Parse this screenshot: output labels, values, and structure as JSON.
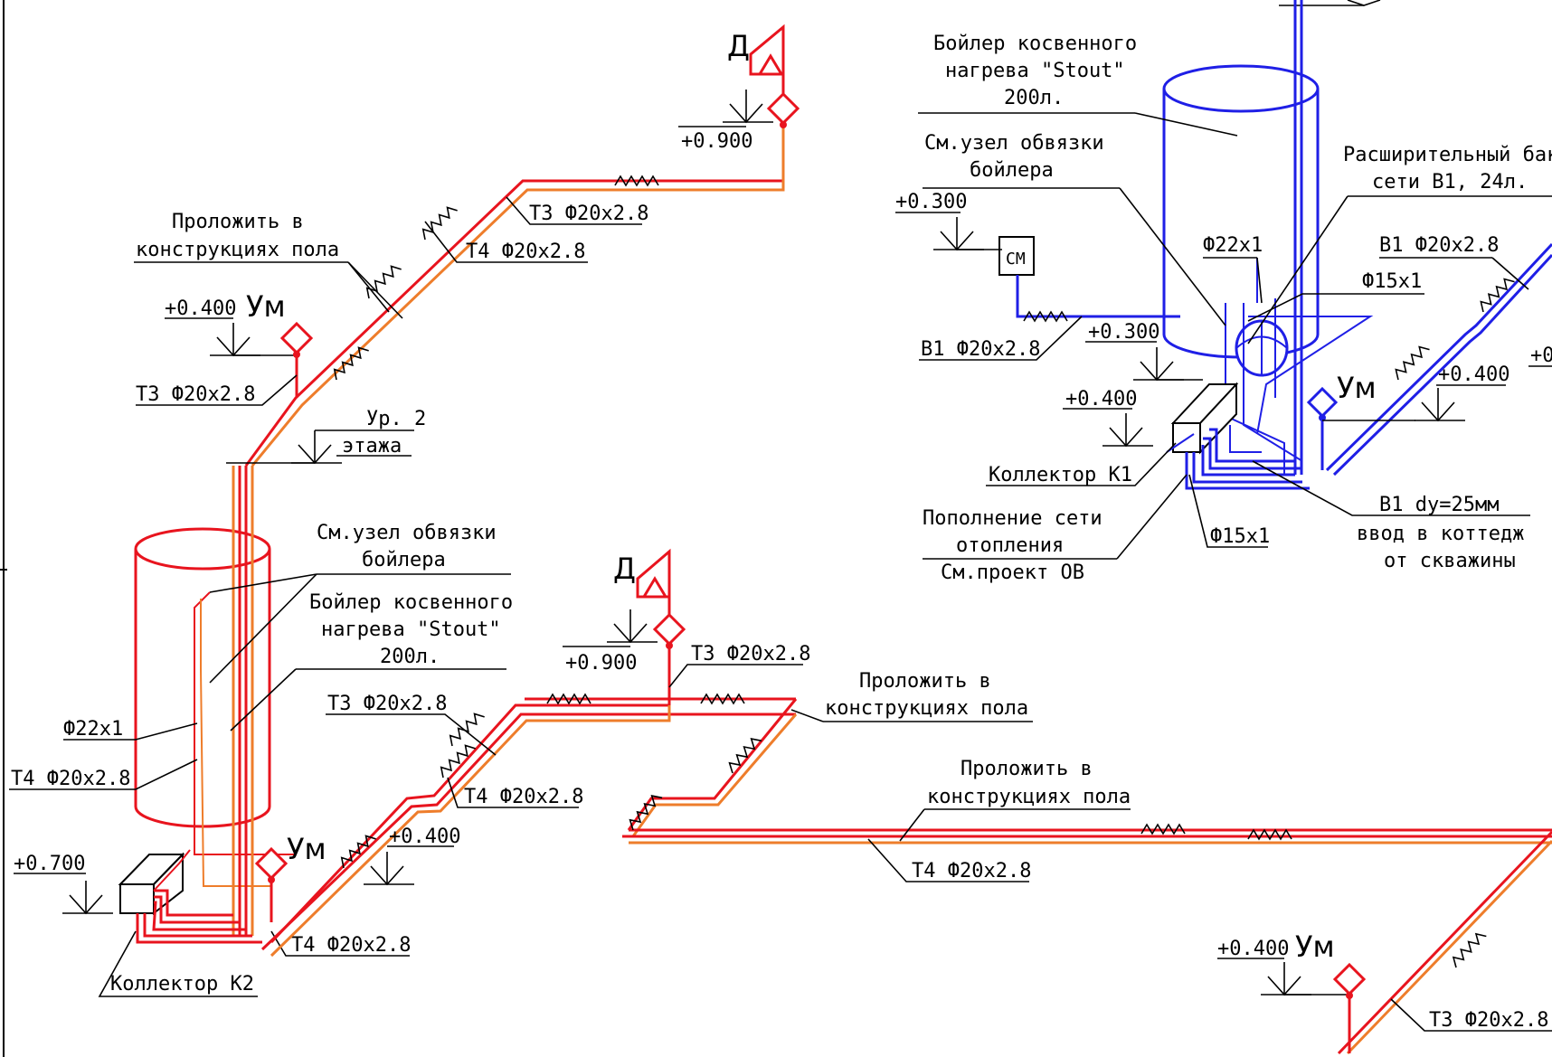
{
  "colors": {
    "supply_hot": "#e8141e",
    "return_hot": "#ee7d2b",
    "cold_water": "#1f1fe6",
    "ink": "#000000"
  },
  "left": {
    "d_mark": "Д",
    "elev_0900": "+0.900",
    "t3_a": "Т3 Ф20х2.8",
    "t4_a": "Т4 Ф20х2.8",
    "lay_in_floor_1": "Проложить в",
    "lay_in_floor_2": "конструкциях пола",
    "elev_0400": "+0.400",
    "um_mark": "Ум",
    "t3_b": "Т3 Ф20х2.8",
    "level2_1": "Ур. 2",
    "level2_2": "этажа",
    "see_node_1": "См.узел обвязки",
    "see_node_2": "бойлера",
    "boiler_1": "Бойлер косвенного",
    "boiler_2": "нагрева \"Stout\"",
    "boiler_3": "200л.",
    "d22": "Ф22х1",
    "t4_b": "Т4 Ф20х2.8",
    "elev_0700": "+0.700",
    "collector_k2": "Коллектор К2",
    "t4_c": "Т4 Ф20х2.8"
  },
  "middle": {
    "d_mark": "Д",
    "elev_0900": "+0.900",
    "t3_c": "Т3 Ф20х2.8",
    "t3_d": "Т3 Ф20х2.8",
    "t4_d": "Т4 Ф20х2.8",
    "elev_0400": "+0.400",
    "um_mark": "Ум",
    "lay_a_1": "Проложить в",
    "lay_a_2": "конструкциях пола",
    "lay_b_1": "Проложить в",
    "lay_b_2": "конструкциях пола",
    "t4_e": "Т4 Ф20х2.8"
  },
  "right": {
    "boiler_1": "Бойлер косвенного",
    "boiler_2": "нагрева \"Stout\"",
    "boiler_3": "200л.",
    "see_node_1": "См.узел обвязки",
    "see_node_2": "бойлера",
    "expansion_1": "Расширительный бак",
    "expansion_2": "сети В1, 24л.",
    "elev_0300a": "+0.300",
    "cm_mark": "СМ",
    "d22": "Ф22х1",
    "b1_a": "В1 Ф20х2.8",
    "d15a": "Ф15х1",
    "b1_b": "В1 Ф20х2.8",
    "elev_0300b": "+0.300",
    "elev_0400a": "+0.400",
    "um_mark": "Ум",
    "elev_0400b": "+0.400",
    "elev_partial": "+0",
    "collector_k1": "Коллектор К1",
    "refill_1": "Пополнение сети",
    "refill_2": "отопления",
    "refill_3": "См.проект ОВ",
    "d15b": "Ф15х1",
    "b1_dy_1": "В1 dy=25мм",
    "b1_dy_2": "ввод в коттедж",
    "b1_dy_3": "от скважины",
    "elev_0400c": "+0.400",
    "um_mark2": "Ум",
    "t3_e": "Т3 Ф20х2.8"
  }
}
